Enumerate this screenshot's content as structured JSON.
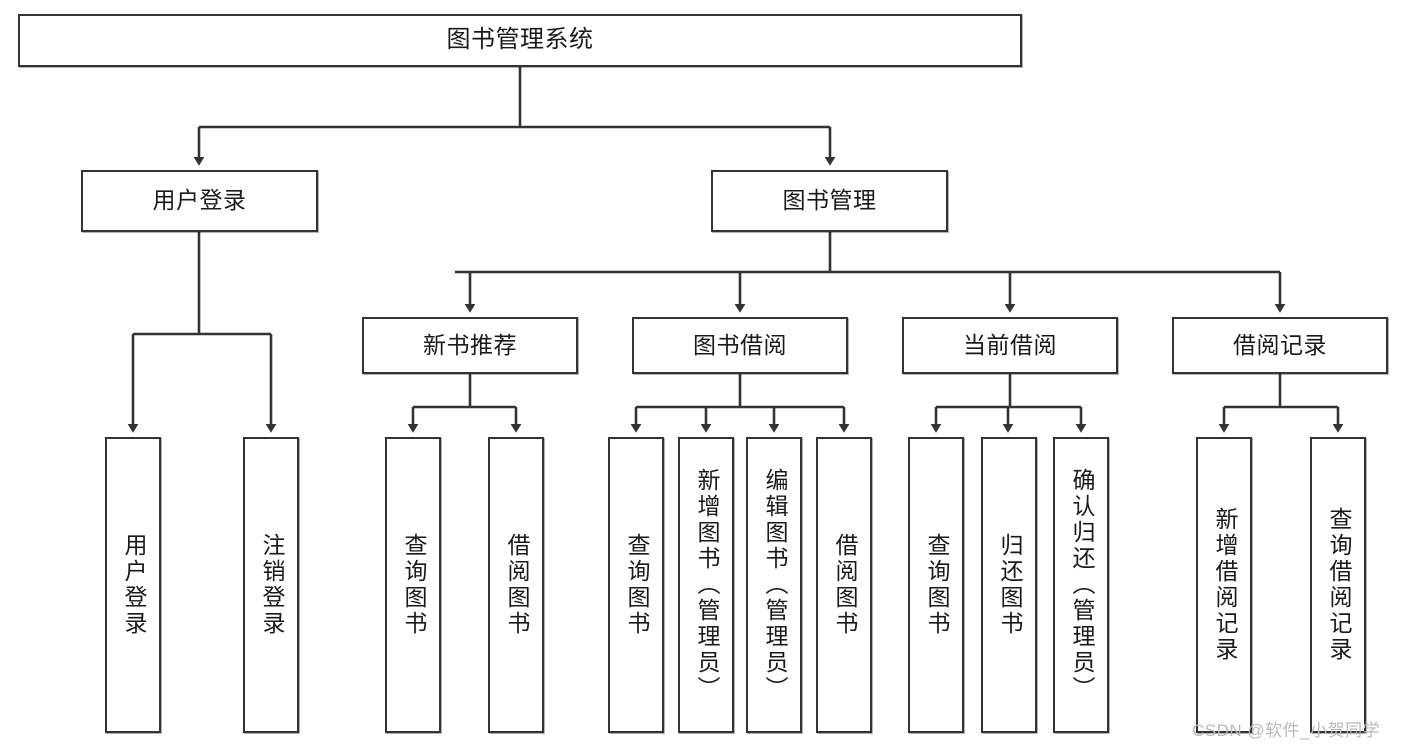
{
  "diagram": {
    "title": "图书管理系统",
    "type": "tree-hierarchy",
    "watermark": "CSDN @软件_小贺同学",
    "colors": {
      "box_border": "#333333",
      "box_fill": "#ffffff",
      "edge": "#333333",
      "text": "#1a1a1a",
      "watermark": "#b9b9b9",
      "background": "#ffffff"
    }
  },
  "nodes": {
    "root": {
      "label": "图书管理系统"
    },
    "level2": [
      {
        "label": "用户登录"
      },
      {
        "label": "图书管理"
      }
    ],
    "level3": [
      {
        "label": "新书推荐"
      },
      {
        "label": "图书借阅"
      },
      {
        "label": "当前借阅"
      },
      {
        "label": "借阅记录"
      }
    ],
    "leaves_user_login": [
      {
        "label": "用户登录"
      },
      {
        "label": "注销登录"
      }
    ],
    "leaves_new_books": [
      {
        "label": "查询图书"
      },
      {
        "label": "借阅图书"
      }
    ],
    "leaves_book_borrow": [
      {
        "label": "查询图书"
      },
      {
        "label": "新增图书（管理员）"
      },
      {
        "label": "编辑图书（管理员）"
      },
      {
        "label": "借阅图书"
      }
    ],
    "leaves_current_borrow": [
      {
        "label": "查询图书"
      },
      {
        "label": "归还图书"
      },
      {
        "label": "确认归还（管理员）"
      }
    ],
    "leaves_borrow_records": [
      {
        "label": "新增借阅记录"
      },
      {
        "label": "查询借阅记录"
      }
    ]
  }
}
